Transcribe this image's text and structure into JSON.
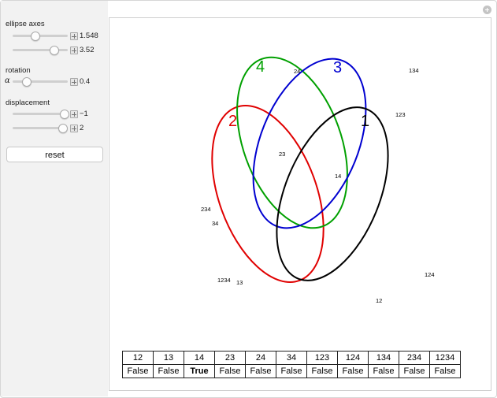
{
  "controls": {
    "ellipse_axes_label": "ellipse axes",
    "axis1_value": "1.548",
    "axis2_value": "3.52",
    "rotation_label": "rotation",
    "alpha_symbol": "α",
    "rotation_value": "0.4",
    "displacement_label": "displacement",
    "disp1_value": "−1",
    "disp2_value": "2",
    "reset_label": "reset"
  },
  "diagram": {
    "ellipses": [
      {
        "label": "1",
        "color": "#000000"
      },
      {
        "label": "2",
        "color": "#e00000"
      },
      {
        "label": "3",
        "color": "#0000d0"
      },
      {
        "label": "4",
        "color": "#00a000"
      }
    ],
    "region_labels": [
      "24",
      "134",
      "123",
      "23",
      "14",
      "234",
      "34",
      "1234",
      "13",
      "124",
      "12"
    ]
  },
  "table": {
    "headers": [
      "12",
      "13",
      "14",
      "23",
      "24",
      "34",
      "123",
      "124",
      "134",
      "234",
      "1234"
    ],
    "values": [
      "False",
      "False",
      "True",
      "False",
      "False",
      "False",
      "False",
      "False",
      "False",
      "False",
      "False"
    ]
  }
}
